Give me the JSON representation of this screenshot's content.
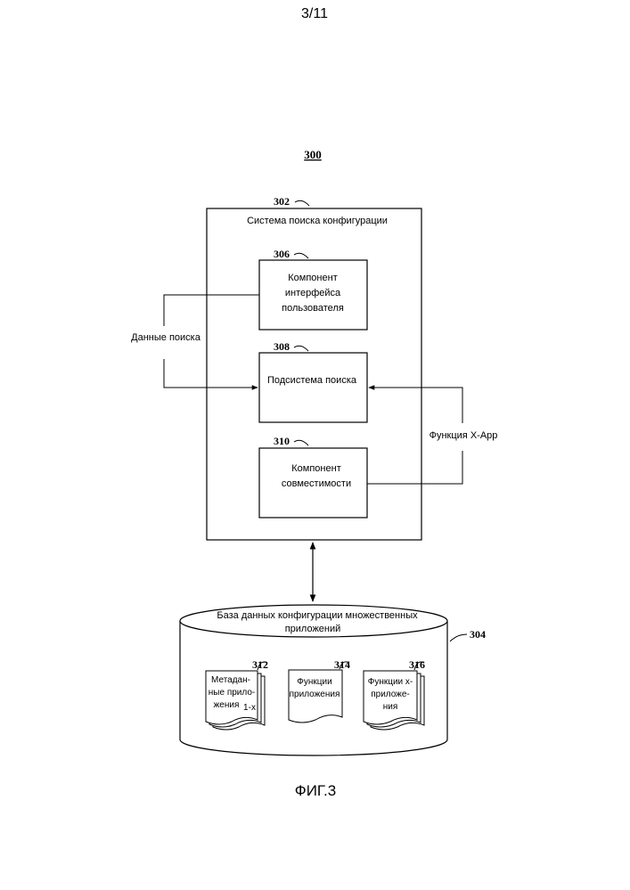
{
  "page": {
    "sheet_number": "3/11",
    "figure_number": "300",
    "figure_caption": "ФИГ.3"
  },
  "system": {
    "ref": "302",
    "title": "Система поиска конфигурации",
    "ui_component": {
      "ref": "306",
      "lines": [
        "Компонент",
        "интерфейса",
        "пользователя"
      ]
    },
    "search_subsystem": {
      "ref": "308",
      "label": "Подсистема поиска"
    },
    "compat_component": {
      "ref": "310",
      "lines": [
        "Компонент",
        "совместимости"
      ]
    }
  },
  "inputs": {
    "search_data": "Данные поиска",
    "xapp_function": "Функция X-App"
  },
  "database": {
    "ref": "304",
    "title_lines": [
      "База данных конфигурации множественных",
      "приложений"
    ],
    "docs": [
      {
        "ref": "312",
        "lines": [
          "Метадан-",
          "ные прило-",
          "жения",
          "1-х"
        ]
      },
      {
        "ref": "314",
        "lines": [
          "Функции",
          "приложения"
        ]
      },
      {
        "ref": "316",
        "lines": [
          "Функции х-",
          "приложе-",
          "ния"
        ]
      }
    ]
  }
}
